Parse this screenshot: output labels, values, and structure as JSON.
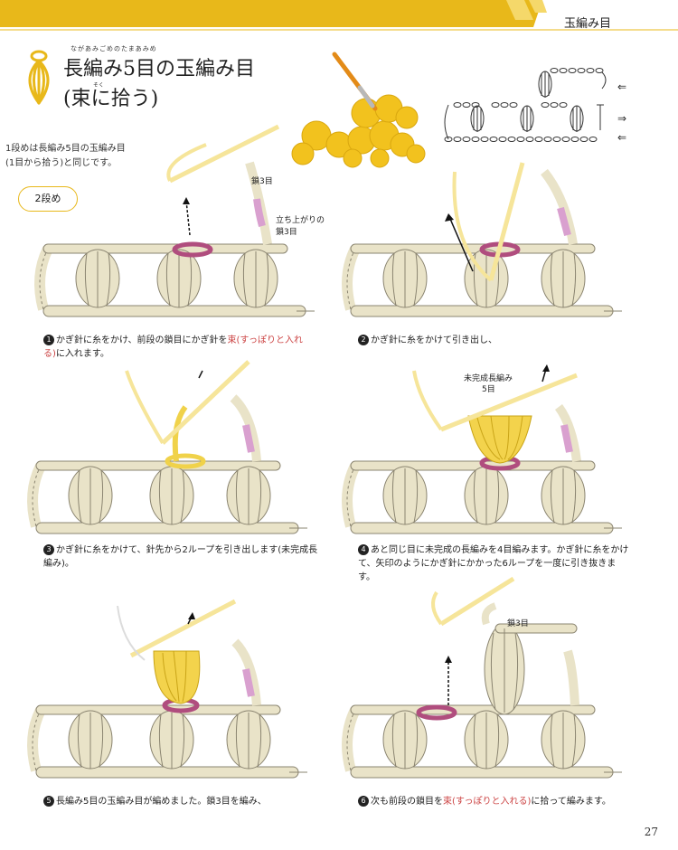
{
  "header": {
    "section_title": "玉編み目"
  },
  "title": {
    "ruby": "ながあみごめのたまあみめ",
    "line1": "長編み5目の玉編み目",
    "line2": "(束に拾う)",
    "ruby_soku": "そく"
  },
  "intro": {
    "line1": "1段めは長編み5目の玉編み目",
    "line2": "(1目から拾う)と同じです。"
  },
  "row_label": "2段め",
  "steps": [
    {
      "num": "1",
      "pre": "かぎ針に糸をかけ、前段の鎖目にかぎ針を",
      "hl": "束(すっぽりと入れる)",
      "post": "に入れます。"
    },
    {
      "num": "2",
      "pre": "かぎ針に糸をかけて引き出し、",
      "hl": "",
      "post": ""
    },
    {
      "num": "3",
      "pre": "かぎ針に糸をかけて、針先から2ループを引き出します(未完成長編み)。",
      "hl": "",
      "post": ""
    },
    {
      "num": "4",
      "pre": "あと同じ目に未完成の長編みを4目編みます。かぎ針に糸をかけて、矢印のようにかぎ針にかかった6ループを一度に引き抜きます。",
      "hl": "",
      "post": ""
    },
    {
      "num": "5",
      "pre": "長編み5目の玉編み目が編めました。鎖3目を編み、",
      "hl": "",
      "post": ""
    },
    {
      "num": "6",
      "pre": "次も前段の鎖目を",
      "hl": "束(すっぽりと入れる)",
      "post": "に拾って編みます。"
    }
  ],
  "labels": {
    "chain3": "鎖3目",
    "turning_chain_1": "立ち上がりの",
    "turning_chain_2": "鎖3目",
    "unfinished_1": "未完成長編み",
    "unfinished_2": "5目"
  },
  "chart_arrows": {
    "a1": "⇐",
    "a2": "⇒",
    "a3": "⇐"
  },
  "page_number": "27",
  "colors": {
    "gold": "#e8b81a",
    "yarn": "#f6e59a",
    "chain_pink": "#d9a0cf",
    "loop_purple": "#b04d7e",
    "stitch": "#e9e3c8"
  }
}
